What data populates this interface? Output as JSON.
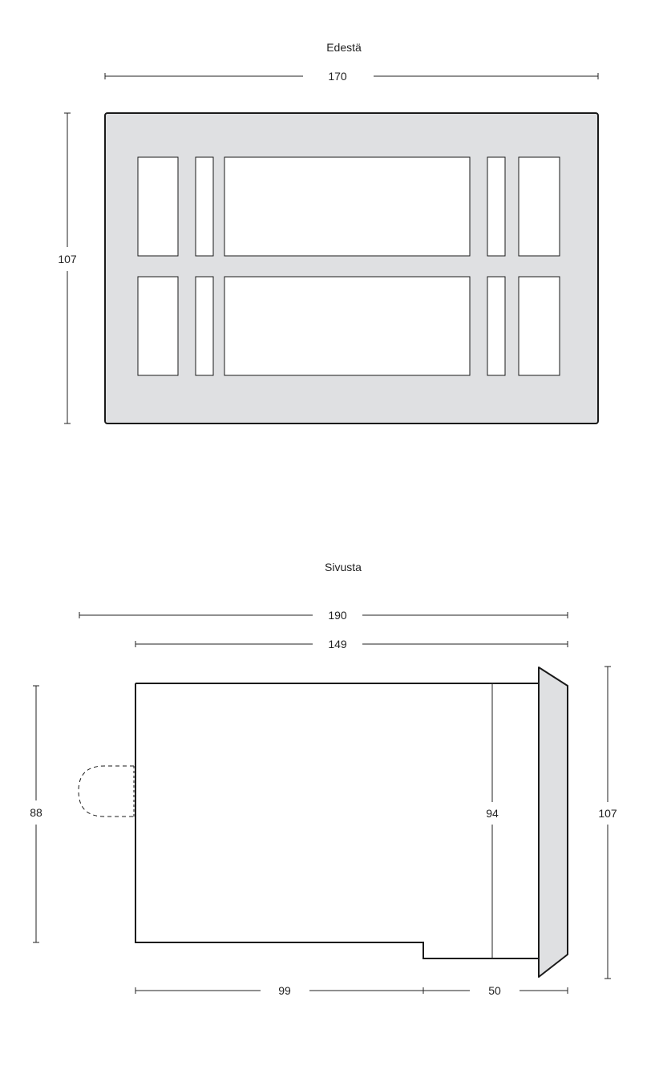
{
  "views": {
    "front": {
      "title": "Edestä",
      "dimensions": {
        "width": "170",
        "height": "107"
      }
    },
    "side": {
      "title": "Sivusta",
      "dimensions": {
        "total_depth": "190",
        "body_depth": "149",
        "body_height": "88",
        "inner_height": "94",
        "front_height": "107",
        "lower_depth": "99",
        "rear_depth": "50"
      }
    }
  },
  "colors": {
    "panel_fill": "#dfe0e2",
    "line": "#1a1a1a",
    "background": "#ffffff"
  }
}
